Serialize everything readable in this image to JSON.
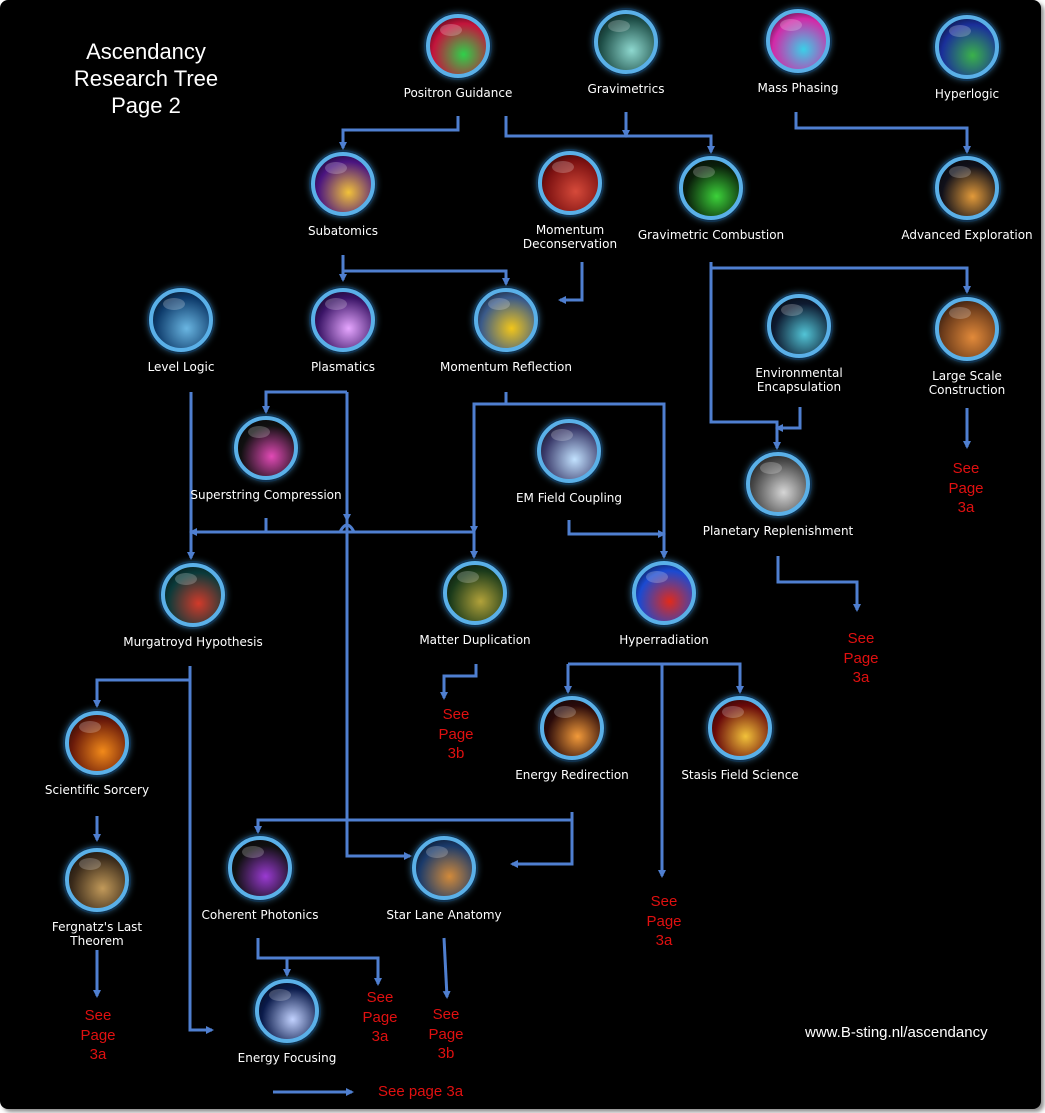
{
  "title_lines": [
    "Ascendancy",
    "Research Tree",
    "Page 2"
  ],
  "credit": "www.B-sting.nl/ascendancy",
  "colors": {
    "background": "#000000",
    "connector": "#4f7fd0",
    "label": "#ffffff",
    "see_note": "#e01010",
    "icon_ring": "#5ab0e8"
  },
  "nodes": {
    "positron_guidance": {
      "label": "Positron Guidance",
      "icon": "green-helix-icon",
      "colors": [
        "#c4143c",
        "#2ed14a"
      ]
    },
    "gravimetrics": {
      "label": "Gravimetrics",
      "icon": "torus-knot-icon",
      "colors": [
        "#1f4f48",
        "#8ed8cf"
      ]
    },
    "mass_phasing": {
      "label": "Mass Phasing",
      "icon": "pink-grid-icon",
      "colors": [
        "#d22aa8",
        "#3ad0e8"
      ]
    },
    "hyperlogic": {
      "label": "Hyperlogic",
      "icon": "circuit-icon",
      "colors": [
        "#1a2f9a",
        "#3ab24a"
      ]
    },
    "subatomics": {
      "label": "Subatomics",
      "icon": "particle-spiral-icon",
      "colors": [
        "#4a1480",
        "#f2c23a"
      ]
    },
    "momentum_deconservation": {
      "label": "Momentum\nDeconservation",
      "icon": "brick-sphere-icon",
      "colors": [
        "#7a1010",
        "#d64a3a"
      ]
    },
    "gravimetric_combustion": {
      "label": "Gravimetric Combustion",
      "icon": "green-galaxy-icon",
      "colors": [
        "#0a1f0a",
        "#3cd23a"
      ]
    },
    "advanced_exploration": {
      "label": "Advanced Exploration",
      "icon": "spiral-galaxy-icon",
      "colors": [
        "#10101a",
        "#e29a3a"
      ]
    },
    "level_logic": {
      "label": "Level Logic",
      "icon": "maze-icon",
      "colors": [
        "#0d3a6a",
        "#6ab6e2"
      ]
    },
    "plasmatics": {
      "label": "Plasmatics",
      "icon": "plasma-bolt-icon",
      "colors": [
        "#3a1466",
        "#e6a6ff"
      ]
    },
    "momentum_reflection": {
      "label": "Momentum Reflection",
      "icon": "reflecting-spheres-icon",
      "colors": [
        "#3a5a8a",
        "#f2c61a"
      ]
    },
    "environmental_encapsulation": {
      "label": "Environmental\nEncapsulation",
      "icon": "dome-icon",
      "colors": [
        "#0e1a30",
        "#52c4d6"
      ]
    },
    "large_scale_construction": {
      "label": "Large Scale\nConstruction",
      "icon": "skyscraper-icon",
      "colors": [
        "#6a3a1a",
        "#e28a3a"
      ]
    },
    "superstring_compression": {
      "label": "Superstring Compression",
      "icon": "tangled-strings-icon",
      "colors": [
        "#101010",
        "#e24ab6"
      ]
    },
    "em_field_coupling": {
      "label": "EM Field Coupling",
      "icon": "em-beam-icon",
      "colors": [
        "#3a3a6a",
        "#c2e2ff"
      ]
    },
    "planetary_replenishment": {
      "label": "Planetary Replenishment",
      "icon": "cracked-planet-icon",
      "colors": [
        "#4a4a4a",
        "#d6d6d6"
      ]
    },
    "murgatroyd_hypothesis": {
      "label": "Murgatroyd Hypothesis",
      "icon": "red-waves-icon",
      "colors": [
        "#0a3a3a",
        "#d23a2a"
      ]
    },
    "matter_duplication": {
      "label": "Matter Duplication",
      "icon": "leaf-cell-icon",
      "colors": [
        "#1a3a1a",
        "#b2a23a"
      ]
    },
    "hyperradiation": {
      "label": "Hyperradiation",
      "icon": "heatmap-icon",
      "colors": [
        "#1a4ad2",
        "#e22a1a"
      ]
    },
    "scientific_sorcery": {
      "label": "Scientific Sorcery",
      "icon": "flame-orb-icon",
      "colors": [
        "#6a1a0a",
        "#f28a1a"
      ]
    },
    "energy_redirection": {
      "label": "Energy Redirection",
      "icon": "light-streaks-icon",
      "colors": [
        "#2a0a0a",
        "#f29a3a"
      ]
    },
    "stasis_field_science": {
      "label": "Stasis Field Science",
      "icon": "golden-coil-icon",
      "colors": [
        "#6a0a0a",
        "#f2c23a"
      ]
    },
    "coherent_photonics": {
      "label": "Coherent Photonics",
      "icon": "prism-beam-icon",
      "colors": [
        "#101010",
        "#9a3ad2"
      ]
    },
    "star_lane_anatomy": {
      "label": "Star Lane Anatomy",
      "icon": "kaleidoscope-icon",
      "colors": [
        "#1a3a6a",
        "#d28a3a"
      ]
    },
    "fergnatzs_last_theorem": {
      "label": "Fergnatz's Last\nTheorem",
      "icon": "machine-icon",
      "colors": [
        "#3a2a1a",
        "#c29a5a"
      ]
    },
    "energy_focusing": {
      "label": "Energy Focusing",
      "icon": "focus-burst-icon",
      "colors": [
        "#0a1a4a",
        "#c2d2ff"
      ]
    }
  },
  "see_notes": {
    "large_scale_construction": "See\nPage\n3a",
    "planetary_replenishment": "See\nPage\n3a",
    "matter_duplication": "See\nPage\n3b",
    "hyperradiation": "See\nPage\n3a",
    "fergnatzs_last_theorem": "See\nPage\n3a",
    "coherent_photonics": "See\nPage\n3a",
    "star_lane_anatomy": "See\nPage\n3b",
    "energy_focusing": "See page 3a"
  }
}
